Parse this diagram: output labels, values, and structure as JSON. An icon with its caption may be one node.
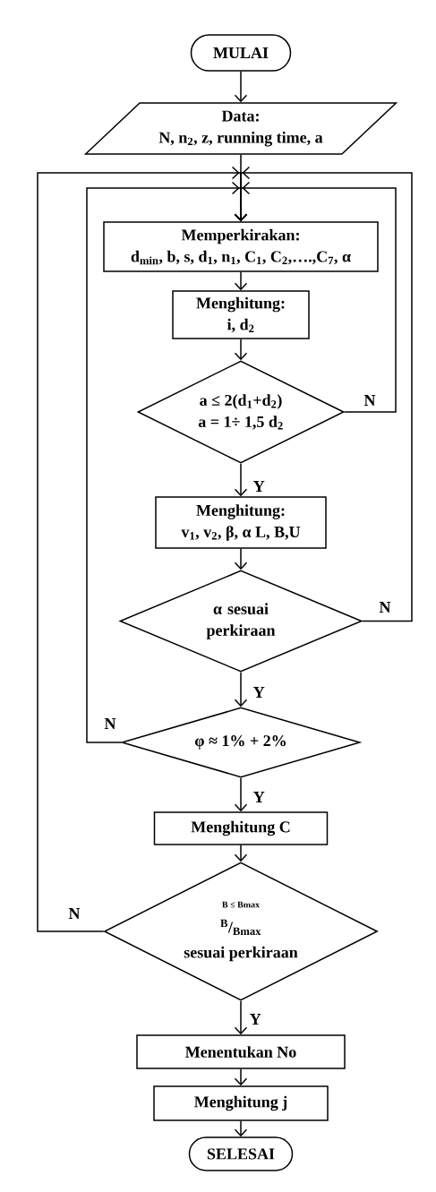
{
  "diagram": {
    "nodes": [
      {
        "text": [
          "MULAI"
        ]
      },
      {
        "text": [
          "Data:",
          "N, n$_{2}$, z, running time, a"
        ]
      },
      {
        "text": [
          "Memperkirakan:",
          "d$_{min}$, b, s, d$_{1}$, n$_{1}$, C$_{1}$, C$_{2}$,….,C$_{7}$, α"
        ]
      },
      {
        "text": [
          "Menghitung:",
          "i, d$_{2}$"
        ]
      },
      {
        "text": [
          "a ≤ 2(d$_{1}$+d$_{2}$)",
          "a = 1÷ 1,5 d$_{2}$"
        ]
      },
      {
        "text": [
          "Menghitung:",
          "v$_{1}$, v$_{2}$, β, α L, B,U"
        ]
      },
      {
        "text": [
          "α sesuai perkiraan"
        ]
      },
      {
        "text": [
          "φ ≈ 1% + 2%"
        ]
      },
      {
        "text": [
          "Menghitung C"
        ]
      },
      {
        "text": [
          "B ≤ Bmax",
          "$^{B}$/$_{Bmax}$",
          "sesuai perkiraan"
        ]
      },
      {
        "text": [
          "Menentukan No"
        ]
      },
      {
        "text": [
          "Menghitung j"
        ]
      },
      {
        "text": [
          "SELESAI"
        ]
      }
    ],
    "edges": [
      {
        "from": 0,
        "to": 1,
        "arrow": "to"
      },
      {
        "from": 1,
        "to": 2,
        "arrow": "to"
      },
      {
        "from": 2,
        "to": 3,
        "arrow": "to"
      },
      {
        "from": 3,
        "to": 4,
        "arrow": "to"
      },
      {
        "from": 4,
        "to": 5,
        "arrow": "to",
        "label": "Y"
      },
      {
        "from": 4,
        "to": 2,
        "arrow": "to",
        "label": "N"
      },
      {
        "from": 5,
        "to": 6,
        "arrow": "to"
      },
      {
        "from": 6,
        "to": 7,
        "arrow": "to",
        "label": "Y"
      },
      {
        "from": 6,
        "to": 2,
        "arrow": "to",
        "label": "N"
      },
      {
        "from": 7,
        "to": 8,
        "arrow": "to",
        "label": "Y"
      },
      {
        "from": 7,
        "to": 2,
        "arrow": "to",
        "label": "N"
      },
      {
        "from": 8,
        "to": 9,
        "arrow": "to"
      },
      {
        "from": 9,
        "to": 10,
        "arrow": "to",
        "label": "Y"
      },
      {
        "from": 9,
        "to": 2,
        "arrow": "to",
        "label": "N"
      },
      {
        "from": 10,
        "to": 11,
        "arrow": "to"
      },
      {
        "from": 11,
        "to": 12,
        "arrow": "to"
      }
    ]
  }
}
